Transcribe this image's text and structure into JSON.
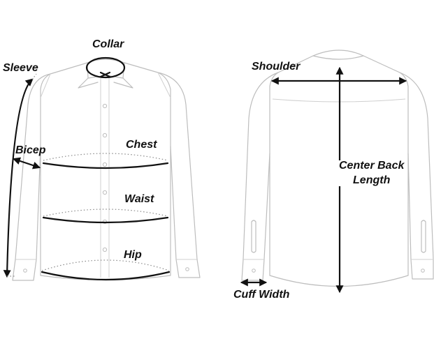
{
  "labels": {
    "collar": "Collar",
    "sleeve": "Sleeve",
    "bicep": "Bicep",
    "chest": "Chest",
    "waist": "Waist",
    "hip": "Hip",
    "shoulder": "Shoulder",
    "center_back_line1": "Center Back",
    "center_back_line2": "Length",
    "cuff_width": "Cuff Width"
  },
  "colors": {
    "measure_line": "#111111",
    "shirt_outline": "#bdbdbd",
    "background": "#ffffff"
  }
}
